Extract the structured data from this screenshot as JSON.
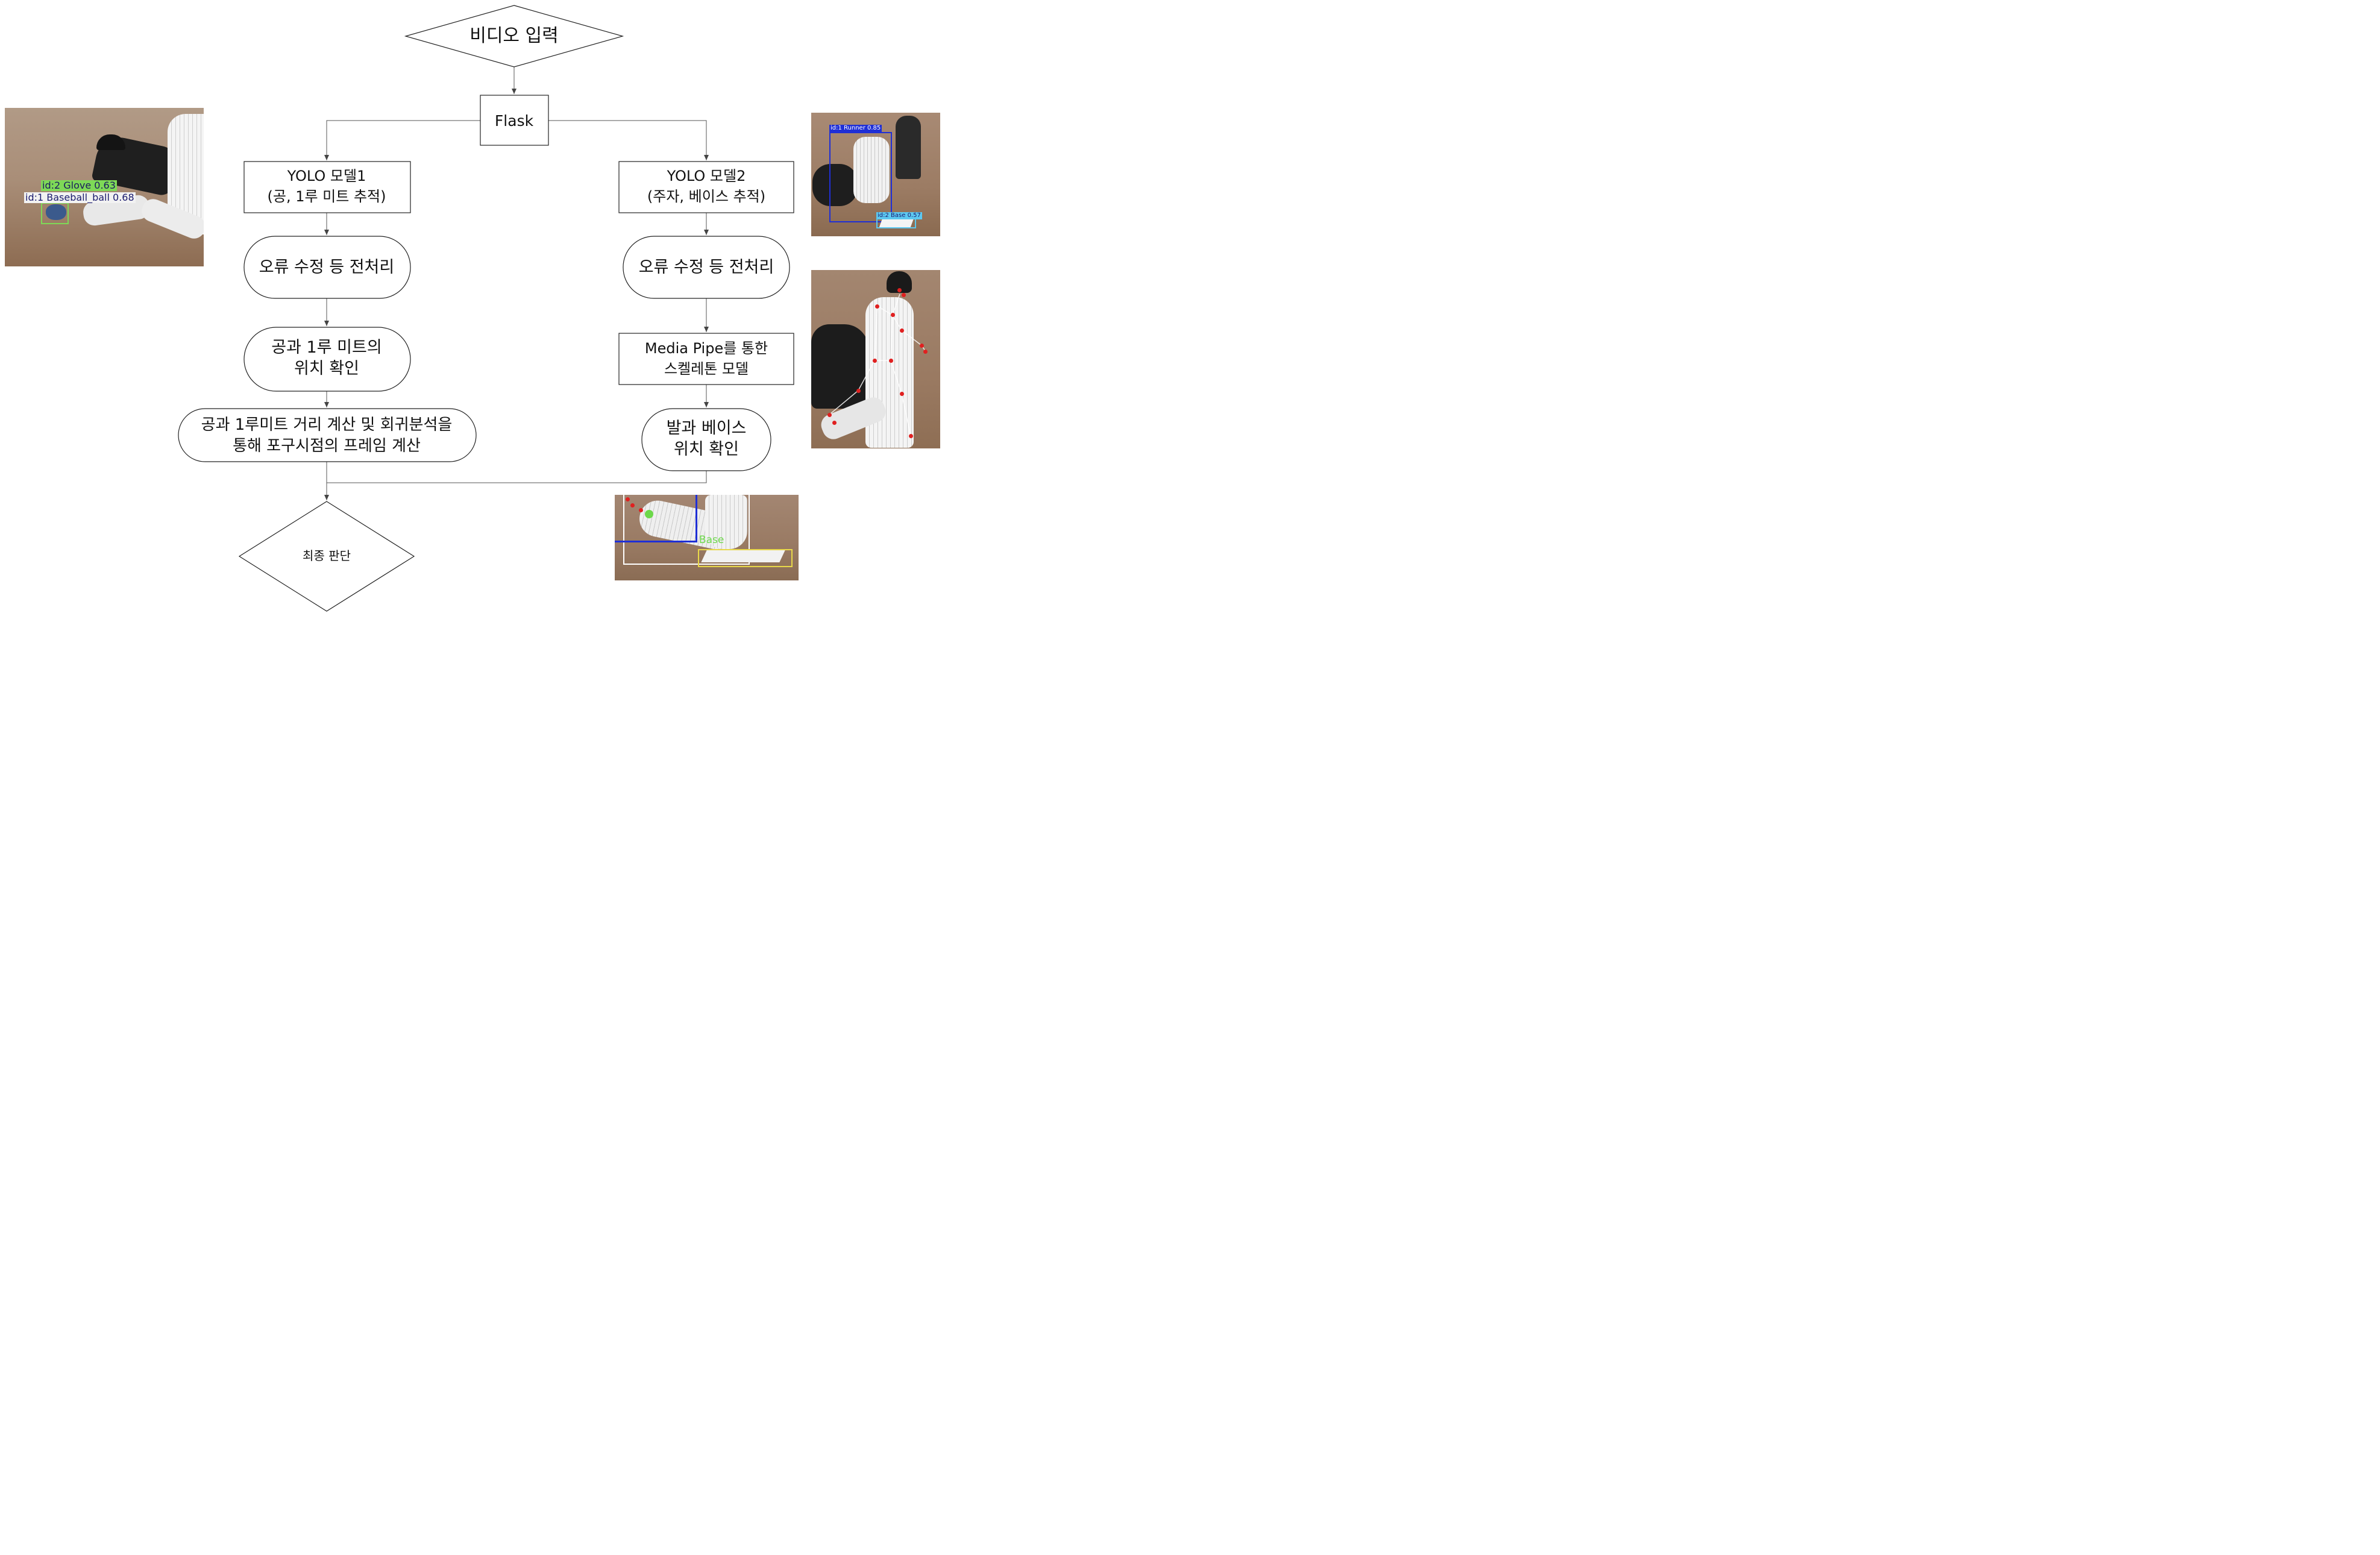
{
  "flowchart": {
    "start": "비디오 입력",
    "server": "Flask",
    "left_branch": {
      "model_line1": "YOLO 모델1",
      "model_line2": "(공, 1루 미트 추적)",
      "preprocess": "오류 수정 등 전처리",
      "locate_line1": "공과 1루 미트의",
      "locate_line2": "위치 확인",
      "calc_line1": "공과 1루미트 거리 계산 및 회귀분석을",
      "calc_line2": "통해 포구시점의 프레임 계산"
    },
    "right_branch": {
      "model_line1": "YOLO 모델2",
      "model_line2": "(주자, 베이스 추적)",
      "preprocess": "오류 수정 등 전처리",
      "skeleton_line1": "Media Pipe를 통한",
      "skeleton_line2": "스켈레톤 모델",
      "locate_line1": "발과 베이스",
      "locate_line2": "위치 확인"
    },
    "end": "최종 판단"
  },
  "images": {
    "glove_ball": {
      "label_glove": "id:2  Glove  0.63",
      "label_ball": "id:1  Baseball_ball  0.68",
      "glove_color": "#7ed957",
      "ball_color": "#1a1a6e"
    },
    "runner_base": {
      "label_runner": "id:1  Runner  0.85",
      "label_base": "id:2  Base  0.57",
      "runner_color": "#1f2fd6",
      "base_color": "#5cc8f0"
    },
    "foot_base": {
      "label_base": "Base",
      "base_color": "#e8d84a",
      "tag_color": "#6cd84a"
    }
  },
  "colors": {
    "field": "#a88c74",
    "dirt": "#8a6a4e",
    "uniform": "#f2f2f2",
    "jersey_dark": "#1c1c1c"
  }
}
